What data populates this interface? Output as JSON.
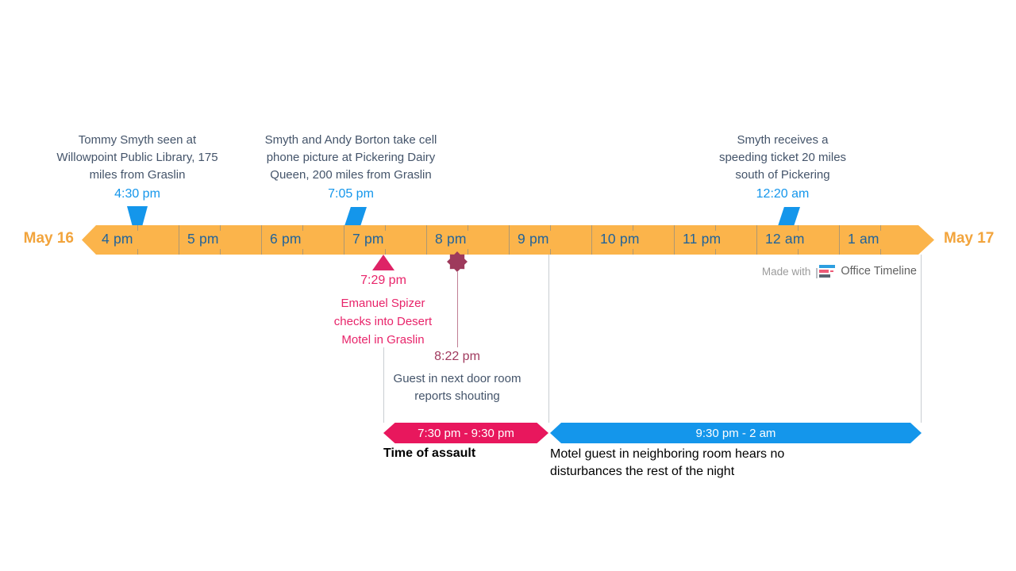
{
  "scale": {
    "start_label": "May 16",
    "end_label": "May 17",
    "hours": [
      "4 pm",
      "5 pm",
      "6 pm",
      "7 pm",
      "8 pm",
      "9 pm",
      "10 pm",
      "11 pm",
      "12 am",
      "1 am"
    ]
  },
  "milestones": [
    {
      "time": "4:30 pm",
      "text": "Tommy Smyth seen at Willowpoint Public Library, 175 miles from Graslin",
      "marker": "trapezoid-blue"
    },
    {
      "time": "7:05 pm",
      "text": "Smyth and Andy Borton take cell phone picture at Pickering Dairy Queen, 200 miles from Graslin",
      "marker": "parallelogram-blue"
    },
    {
      "time": "12:20 am",
      "text": "Smyth receives a speeding ticket 20 miles south of Pickering",
      "marker": "parallelogram-blue"
    },
    {
      "time": "7:29 pm",
      "text": "Emanuel Spizer checks into Desert Motel in Graslin",
      "marker": "triangle-crimson"
    },
    {
      "time": "8:22 pm",
      "text": "Guest in next door room reports shouting",
      "marker": "star8-berry"
    }
  ],
  "bars": [
    {
      "range": "7:30 pm - 9:30 pm",
      "caption": "Time of assault",
      "color": "#E8175D"
    },
    {
      "range": "9:30 pm - 2 am",
      "caption": "Motel guest in neighboring room hears no disturbances the rest of the night",
      "color": "#1496EB"
    }
  ],
  "branding": {
    "prefix": "Made with",
    "name": "Office Timeline"
  },
  "colors": {
    "band_orange": "#FBB44B",
    "scale_label_orange": "#F2A43C",
    "hour_label_blue": "#20639B",
    "milestone_blue": "#1496EB",
    "crimson": "#E8175D",
    "berry": "#9E3A5C",
    "description_slate": "#44546A",
    "connector_gray": "#C9CDD2"
  }
}
